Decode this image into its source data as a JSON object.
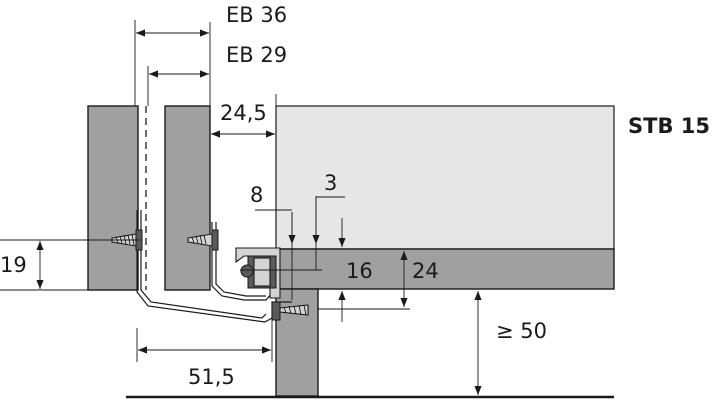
{
  "model_label": "STB 15",
  "dimensions": {
    "eb36": "EB 36",
    "eb29": "EB 29",
    "d24_5": "24,5",
    "d8": "8",
    "d3": "3",
    "d19": "19",
    "d16": "16",
    "d24": "24",
    "d50": "≥ 50",
    "d51_5": "51,5"
  },
  "colors": {
    "panel": "#a0a0a0",
    "worktop": "#e6e6e6",
    "line": "#1a1a1a"
  }
}
